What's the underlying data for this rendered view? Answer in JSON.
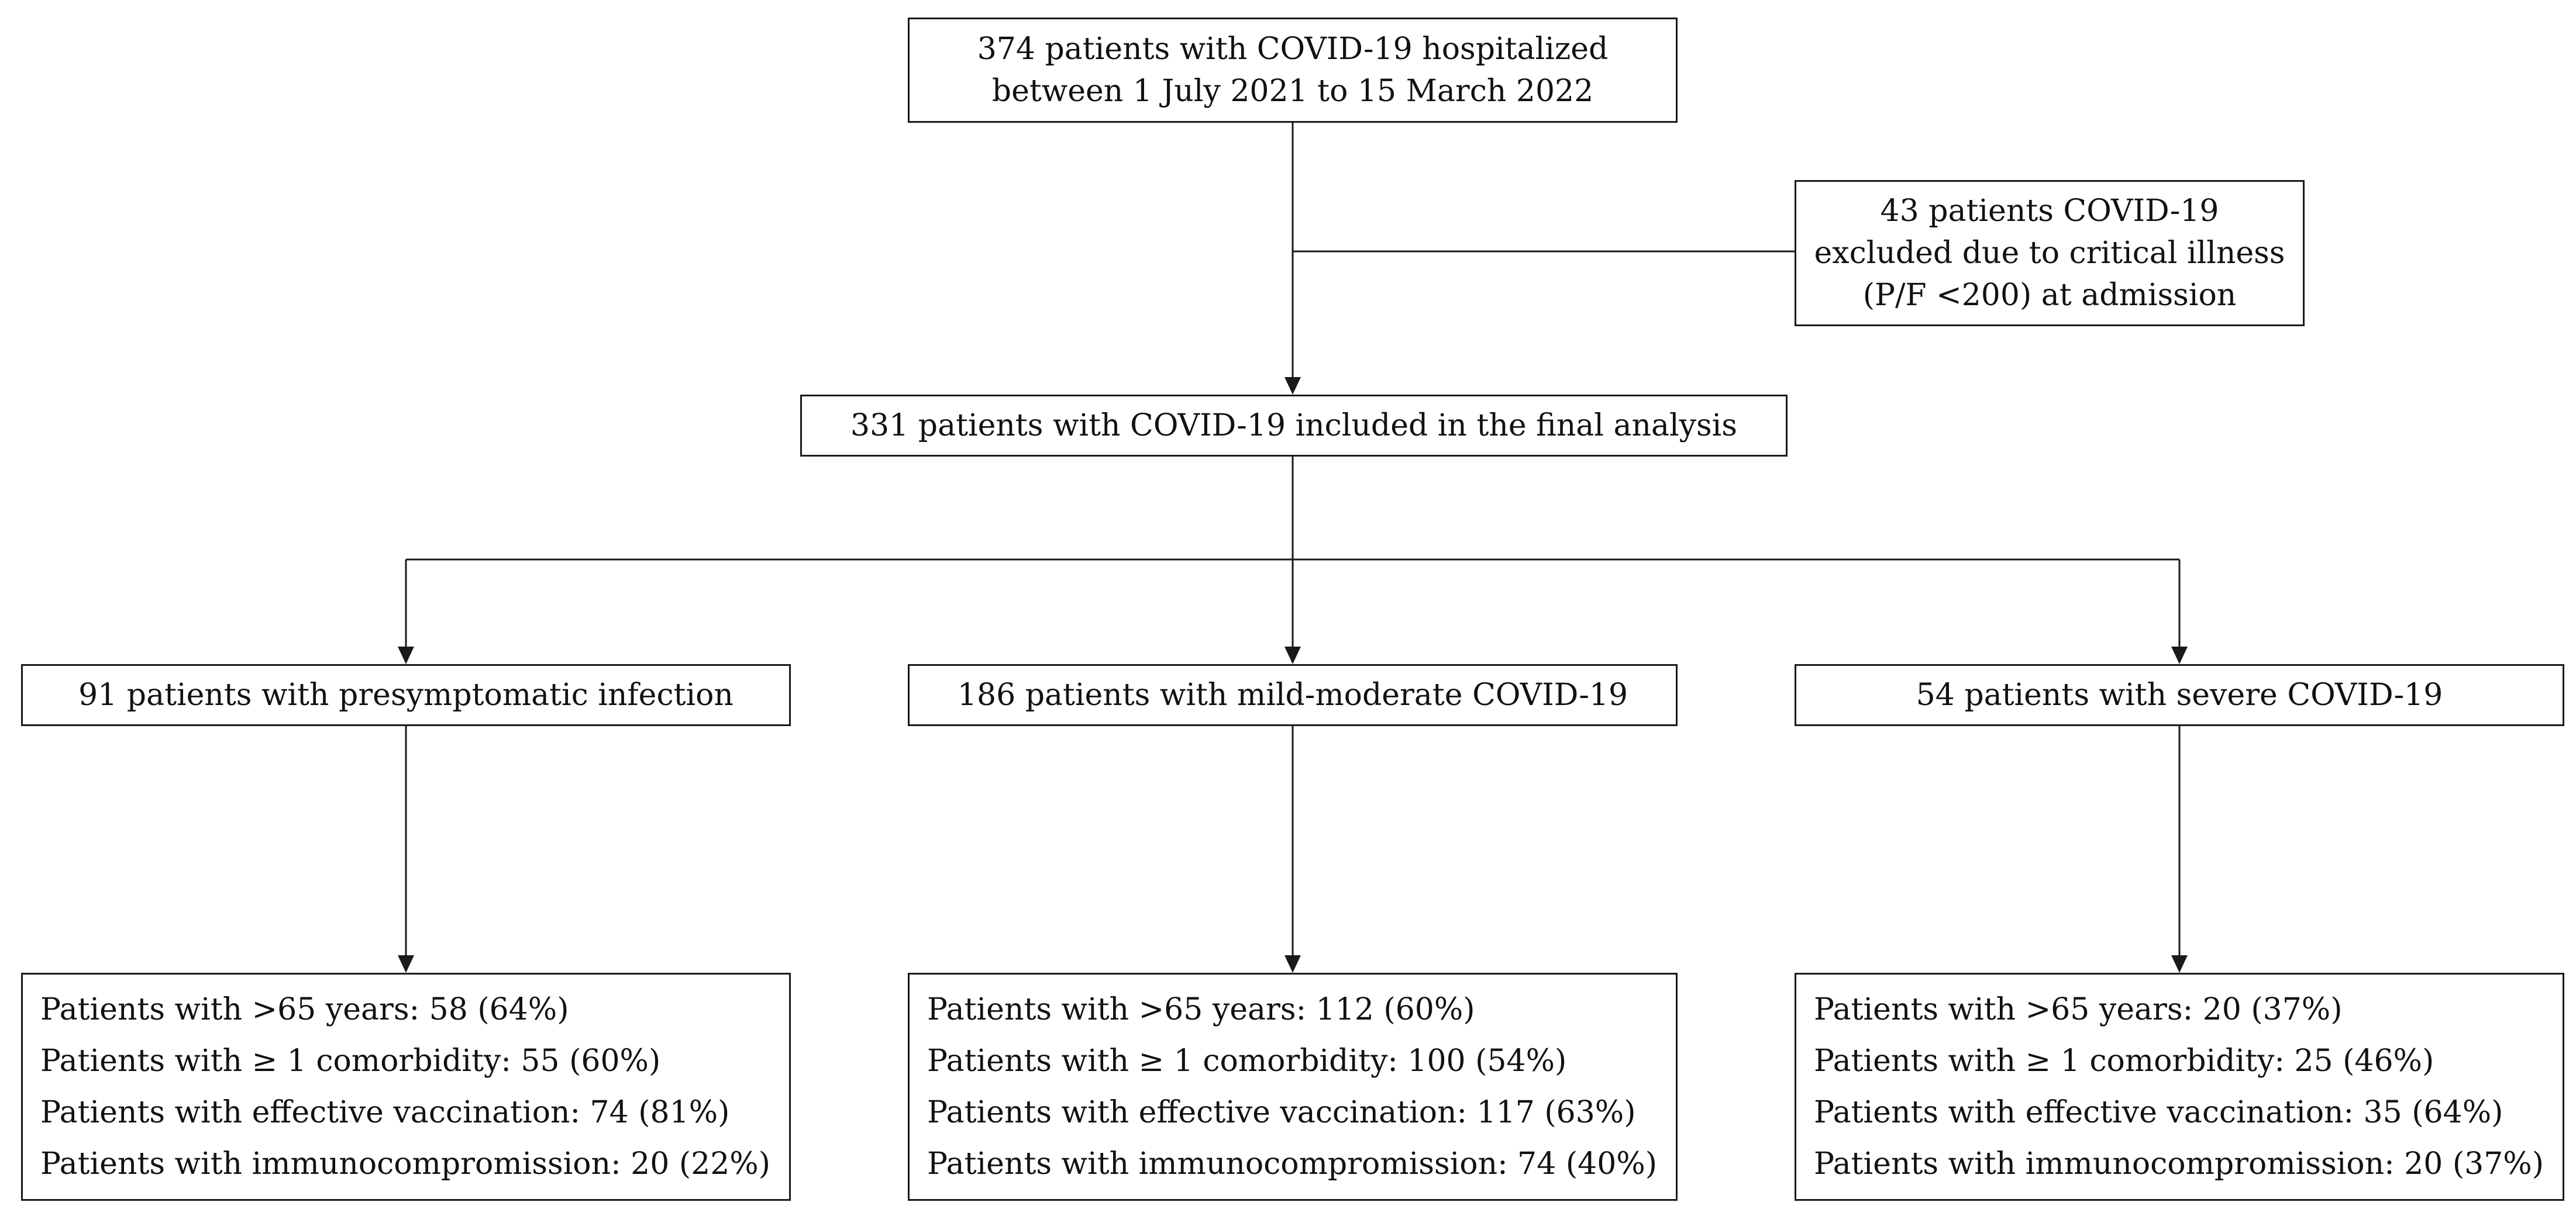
{
  "flowchart": {
    "initial": {
      "line1": "374 patients with COVID-19 hospitalized",
      "line2": "between 1 July 2021 to 15 March 2022"
    },
    "excluded": {
      "line1": "43 patients COVID-19",
      "line2": "excluded due to critical illness",
      "line3": "(P/F <200) at admission"
    },
    "included": {
      "label": "331 patients with COVID-19 included in the final analysis"
    },
    "groups": [
      {
        "label": "91 patients with presymptomatic infection",
        "stats": [
          "Patients with >65 years: 58 (64%)",
          "Patients with ≥ 1 comorbidity: 55 (60%)",
          "Patients with effective vaccination: 74 (81%)",
          "Patients with immunocompromission: 20 (22%)"
        ]
      },
      {
        "label": "186 patients with mild-moderate COVID-19",
        "stats": [
          "Patients with >65 years: 112 (60%)",
          "Patients with ≥ 1 comorbidity: 100 (54%)",
          "Patients with effective vaccination: 117 (63%)",
          "Patients with immunocompromission: 74 (40%)"
        ]
      },
      {
        "label": "54 patients with severe COVID-19",
        "stats": [
          "Patients with >65 years: 20 (37%)",
          "Patients with ≥ 1 comorbidity: 25 (46%)",
          "Patients with effective vaccination: 35 (64%)",
          "Patients with immunocompromission: 20 (37%)"
        ]
      }
    ]
  }
}
